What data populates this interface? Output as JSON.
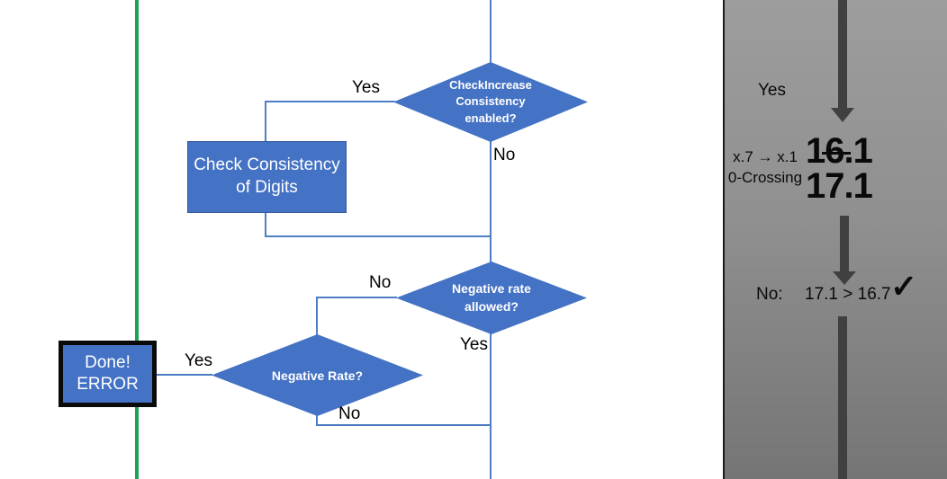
{
  "colors": {
    "shape_blue": "#4472c4",
    "connector_blue": "#4f7dc5",
    "divider_green": "#1aa255",
    "arrow_gray": "#404040",
    "panel_gray_top": "#9d9d9d",
    "panel_gray_bottom": "#757575"
  },
  "flowchart": {
    "decision_check_increase": {
      "label": "CheckIncrease\nConsistency\nenabled?",
      "yes_label": "Yes",
      "no_label": "No"
    },
    "process_check_consistency": {
      "label": "Check Consistency\nof Digits"
    },
    "decision_negative_rate_allowed": {
      "label": "Negative rate\nallowed?",
      "no_label": "No",
      "yes_label": "Yes"
    },
    "decision_negative_rate": {
      "label": "Negative Rate?",
      "yes_label": "Yes",
      "no_label": "No"
    },
    "terminator_done_error": {
      "label": "Done!\nERROR"
    }
  },
  "side_panel": {
    "yes_label": "Yes",
    "rule_line1": "x.7 → x.1",
    "rule_line2": "0-Crossing",
    "old_value": {
      "prefix": "1",
      "struck": "6",
      "suffix": ".1"
    },
    "new_value": "17.1",
    "result_label": "No:",
    "comparison": "17.1 > 16.7",
    "checkmark": "✓"
  }
}
